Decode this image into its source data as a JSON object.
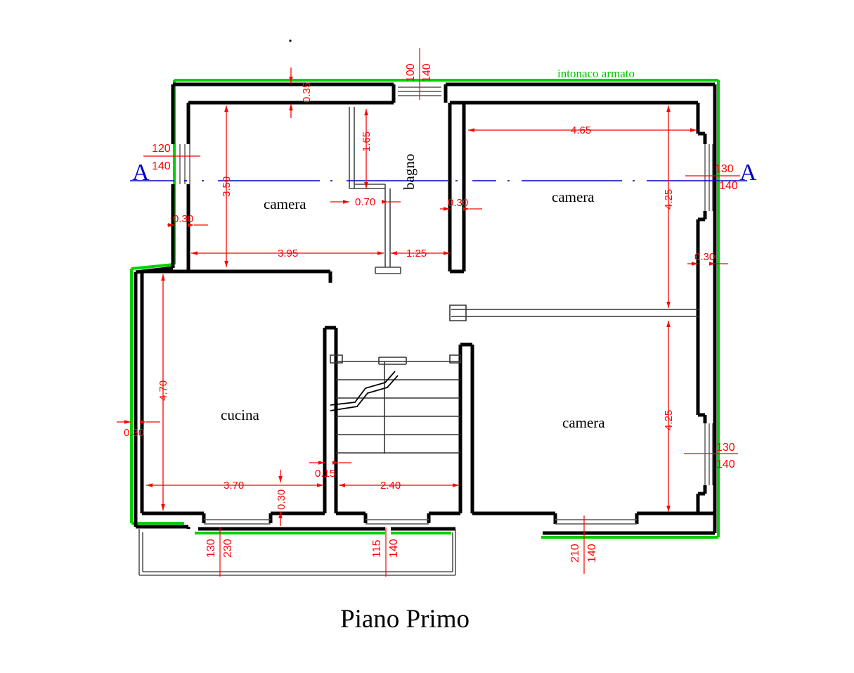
{
  "drawing": {
    "title": "Piano Primo",
    "type": "architectural-floor-plan",
    "language": "it"
  },
  "annotations": {
    "insulation_note": "intonaco armato",
    "section_marker_left": "A",
    "section_marker_right": "A"
  },
  "rooms": [
    {
      "id": "camera-top-left",
      "label": "camera"
    },
    {
      "id": "bagno",
      "label": "bagno"
    },
    {
      "id": "camera-top-right",
      "label": "camera"
    },
    {
      "id": "cucina",
      "label": "cucina"
    },
    {
      "id": "camera-bottom-right",
      "label": "camera"
    }
  ],
  "dimensions": {
    "wall_top_thickness": "0.35",
    "camera_tl_height": "3.50",
    "camera_tl_width": "3.95",
    "bagno_offset_top": "1.65",
    "bagno_door_width": "0.70",
    "bagno_width": "1.25",
    "wall_left_upper": "0.30",
    "wall_mid_vertical": "0.30",
    "camera_tr_width": "4.65",
    "camera_tr_height": "4.25",
    "wall_right_upper": "0.30",
    "wall_left_lower": "0.30",
    "cucina_height": "4.70",
    "cucina_width": "3.70",
    "stair_wall": "0.15",
    "wall_bottom_partition": "0.30",
    "stair_width": "2.40",
    "camera_br_height": "4.25"
  },
  "openings": [
    {
      "id": "window-left-camera",
      "width": "120",
      "height": "140"
    },
    {
      "id": "window-top-bagno",
      "width": "100",
      "height": "140"
    },
    {
      "id": "window-right-camera-top",
      "width": "130",
      "height": "140"
    },
    {
      "id": "window-right-camera-bottom",
      "width": "130",
      "height": "140"
    },
    {
      "id": "door-balcony-cucina",
      "width": "130",
      "height": "230"
    },
    {
      "id": "window-stair-bottom",
      "width": "115",
      "height": "140"
    },
    {
      "id": "door-balcony-camera",
      "width": "210",
      "height": "140"
    }
  ],
  "colors": {
    "wall": "#000000",
    "dimension": "#ff0000",
    "insulation": "#00d000",
    "section_line": "#0000cc",
    "background": "#ffffff",
    "thin_line": "#555555"
  }
}
